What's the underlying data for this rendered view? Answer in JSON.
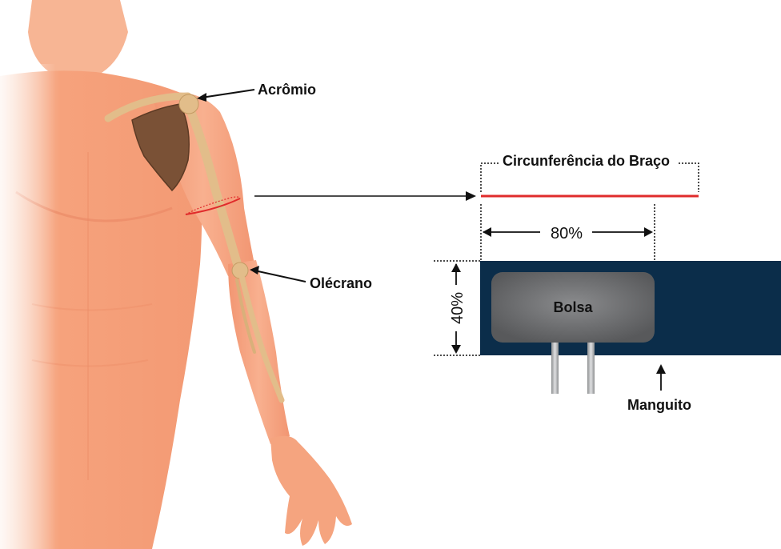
{
  "labels": {
    "acromio": "Acrômio",
    "olecrano": "Olécrano",
    "circunferencia": "Circunferência do Braço",
    "pct_width": "80%",
    "pct_height": "40%",
    "bolsa": "Bolsa",
    "manguito": "Manguito"
  },
  "colors": {
    "skin": "#f7a783",
    "skin_shadow": "#ea8a64",
    "bone": "#e2bd8a",
    "scapula": "#7a5136",
    "measure_line": "#e02b2b",
    "cuff": "#0b2d4a",
    "bladder": "#6d6e70",
    "tube": "#b5b7b9"
  }
}
